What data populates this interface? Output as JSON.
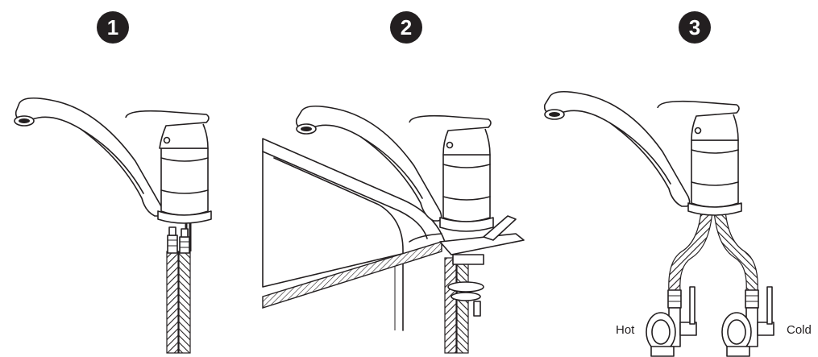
{
  "steps": [
    {
      "number": "1"
    },
    {
      "number": "2"
    },
    {
      "number": "3"
    }
  ],
  "labels": {
    "hot": "Hot",
    "cold": "Cold"
  },
  "colors": {
    "ink": "#231f20",
    "paper": "#ffffff"
  }
}
